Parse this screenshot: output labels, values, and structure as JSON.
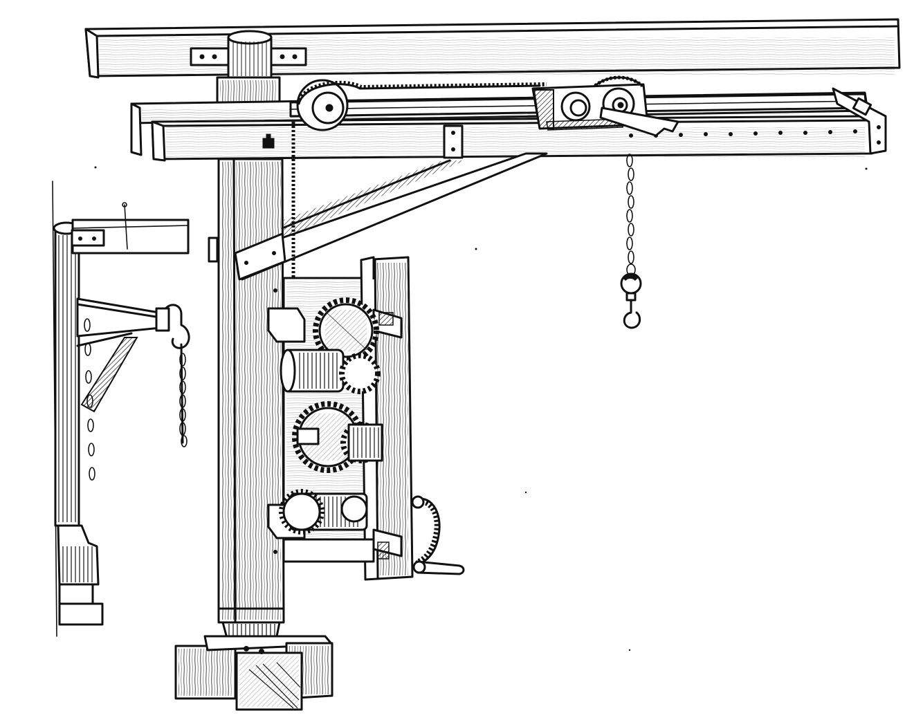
{
  "figure": {
    "kind": "engraved line drawing",
    "subject_elements": [
      "overhead-beam",
      "crane-post",
      "jib-arm",
      "diagonal-brace",
      "trolley",
      "hoist-chain",
      "hook-block",
      "gear-train-frame",
      "hand-crank",
      "base-block",
      "secondary-crane-post",
      "secondary-jib",
      "secondary-hook"
    ],
    "colors": {
      "ink": "#111111",
      "paper": "#ffffff"
    }
  }
}
